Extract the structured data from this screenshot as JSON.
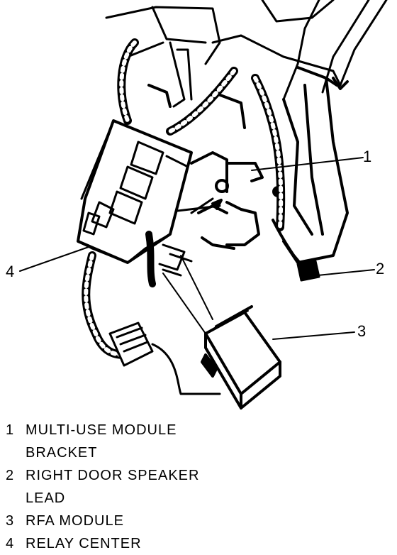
{
  "callouts": [
    "1",
    "2",
    "3",
    "4"
  ],
  "legend": [
    {
      "num": "1",
      "line1": "MULTI-USE MODULE",
      "line2": "BRACKET"
    },
    {
      "num": "2",
      "line1": "RIGHT DOOR SPEAKER",
      "line2": "LEAD"
    },
    {
      "num": "3",
      "line1": "RFA MODULE",
      "line2": ""
    },
    {
      "num": "4",
      "line1": "RELAY CENTER",
      "line2": ""
    }
  ]
}
